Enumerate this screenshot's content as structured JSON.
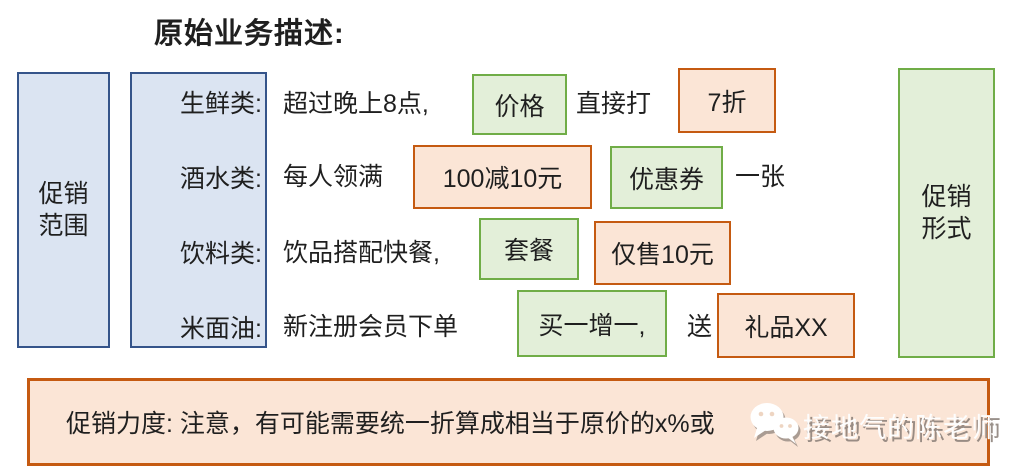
{
  "title": "原始业务描述:",
  "scope_box": {
    "line1": "促销",
    "line2": "范围"
  },
  "form_box": {
    "line1": "促销",
    "line2": "形式"
  },
  "categories": [
    "生鲜类:",
    "酒水类:",
    "饮料类:",
    "米面油:"
  ],
  "rows": {
    "fresh": {
      "plain1": "超过晚上8点,",
      "green": "价格",
      "plain2": "直接打",
      "orange": "7折"
    },
    "drinks": {
      "plain1": "每人领满",
      "orange": "100减10元",
      "green": "优惠券",
      "plain2": "一张"
    },
    "beverage": {
      "plain1": "饮品搭配快餐,",
      "green": "套餐",
      "orange": "仅售10元"
    },
    "grain": {
      "plain1": "新注册会员下单",
      "green": "买一增一,",
      "plain2": "送",
      "orange": "礼品XX"
    }
  },
  "footer": {
    "text": "促销力度: 注意，有可能需要统一折算成相当于原价的x%或",
    "watermark": "接地气的陈老师",
    "watermark_icon": "wechat-icon"
  },
  "colors": {
    "blue_fill": "#dbe4f2",
    "blue_border": "#35548a",
    "green_fill": "#e3efd9",
    "green_border": "#70ad47",
    "orange_fill": "#fbe5d6",
    "orange_border": "#c55a11",
    "text": "#1f1f1f"
  }
}
